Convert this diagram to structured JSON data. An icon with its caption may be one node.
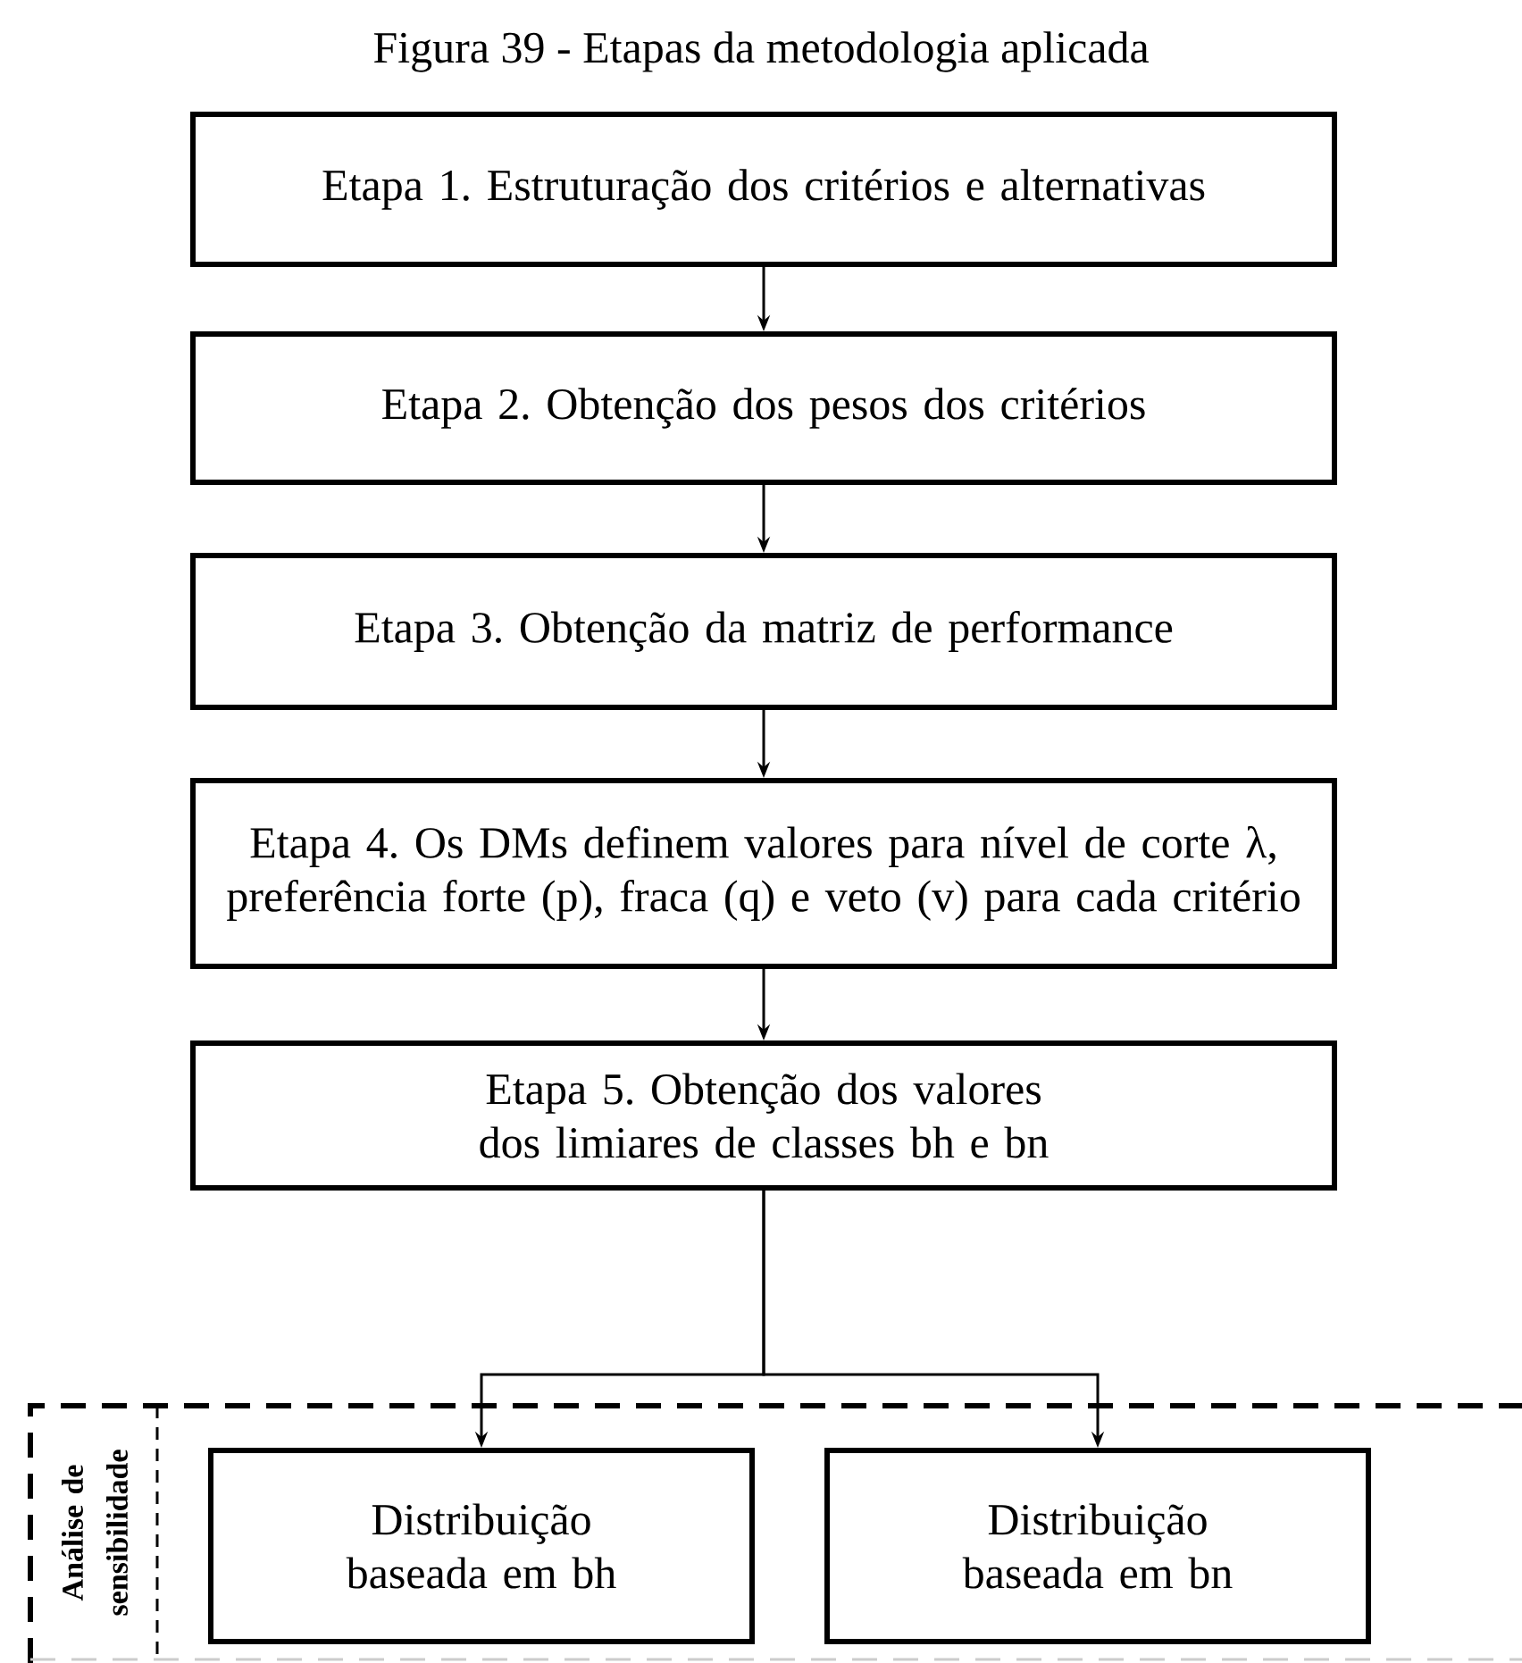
{
  "diagram": {
    "title": "Figura 39 - Etapas da metodologia aplicada",
    "nodes": [
      {
        "text": [
          "Etapa 1. Estruturação dos critérios e alternativas"
        ]
      },
      {
        "text": [
          "Etapa 2. Obtenção dos pesos dos critérios"
        ]
      },
      {
        "text": [
          "Etapa 3. Obtenção da matriz de performance"
        ]
      },
      {
        "text": [
          "Etapa 4. Os DMs definem valores para nível de corte λ, preferência forte (p), fraca (q) e veto (v) para cada critério"
        ]
      },
      {
        "text": [
          "Etapa 5. Obtenção dos valores dos limiares de classes bh e bn"
        ]
      },
      {
        "text": [
          "Análise de sensibilidade"
        ]
      },
      {
        "text": [
          "Distribuição baseada em bh"
        ],
        "in": 5
      },
      {
        "text": [
          "Distribuição baseada em bn"
        ],
        "in": 5
      }
    ],
    "edges": [
      {
        "from": 0,
        "to": 1,
        "arrow": "to"
      },
      {
        "from": 1,
        "to": 2,
        "arrow": "to"
      },
      {
        "from": 2,
        "to": 3,
        "arrow": "to"
      },
      {
        "from": 3,
        "to": 4,
        "arrow": "to"
      },
      {
        "from": 4,
        "to": 6,
        "arrow": "to"
      },
      {
        "from": 4,
        "to": 7,
        "arrow": "to"
      }
    ]
  }
}
